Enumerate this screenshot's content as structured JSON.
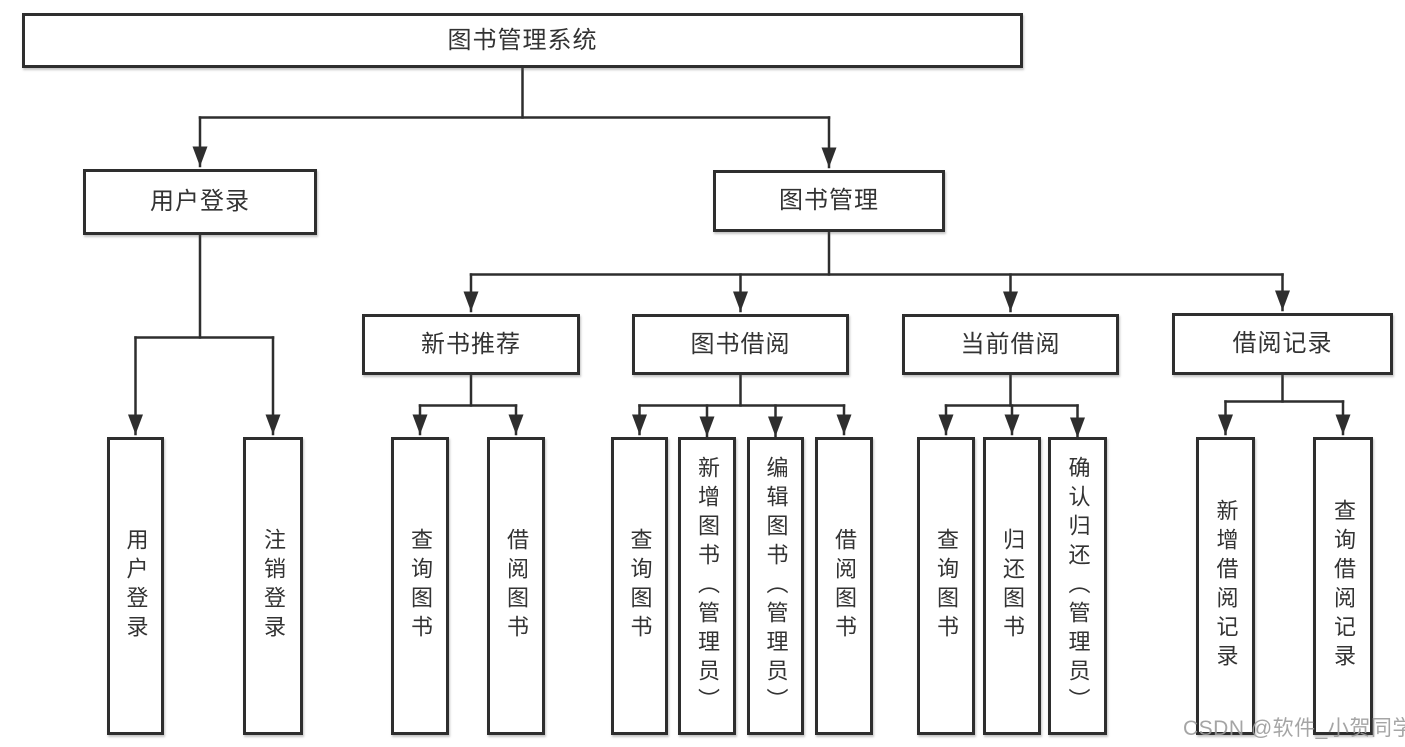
{
  "diagram": {
    "root": {
      "label": "图书管理系统"
    },
    "level2": [
      {
        "label": "用户登录"
      },
      {
        "label": "图书管理"
      }
    ],
    "level3": [
      {
        "label": "新书推荐"
      },
      {
        "label": "图书借阅"
      },
      {
        "label": "当前借阅"
      },
      {
        "label": "借阅记录"
      }
    ],
    "leaves": {
      "user_login": [
        "用户登录",
        "注销登录"
      ],
      "new_books": [
        "查询图书",
        "借阅图书"
      ],
      "book_borrow": [
        "查询图书",
        "新增图书（管理员）",
        "编辑图书（管理员）",
        "借阅图书"
      ],
      "current_borrow": [
        "查询图书",
        "归还图书",
        "确认归还（管理员）"
      ],
      "borrow_records": [
        "新增借阅记录",
        "查询借阅记录"
      ]
    }
  },
  "watermark": {
    "text": "CSDN @软件_小贺同学"
  },
  "colors": {
    "line": "#333333",
    "box_border": "#2e2e2e",
    "box_fill": "#ffffff",
    "text": "#333333",
    "watermark": "#9c9c9c"
  }
}
